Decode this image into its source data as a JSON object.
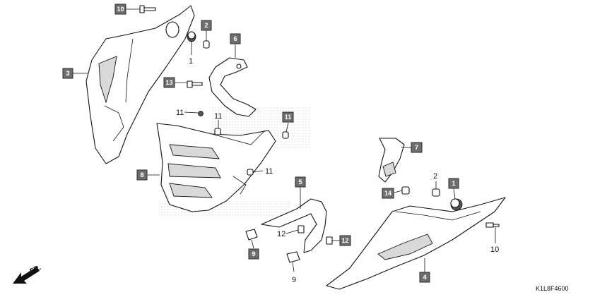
{
  "diagram": {
    "drawing_code": "K1L8F4600",
    "direction_label": "FR.",
    "callouts_boxed": [
      "10",
      "2",
      "6",
      "3",
      "13",
      "11",
      "8",
      "5",
      "9",
      "12",
      "7",
      "14",
      "1",
      "4"
    ],
    "callouts_plain": [
      "1",
      "11",
      "11",
      "11",
      "12",
      "9",
      "2",
      "10"
    ]
  }
}
